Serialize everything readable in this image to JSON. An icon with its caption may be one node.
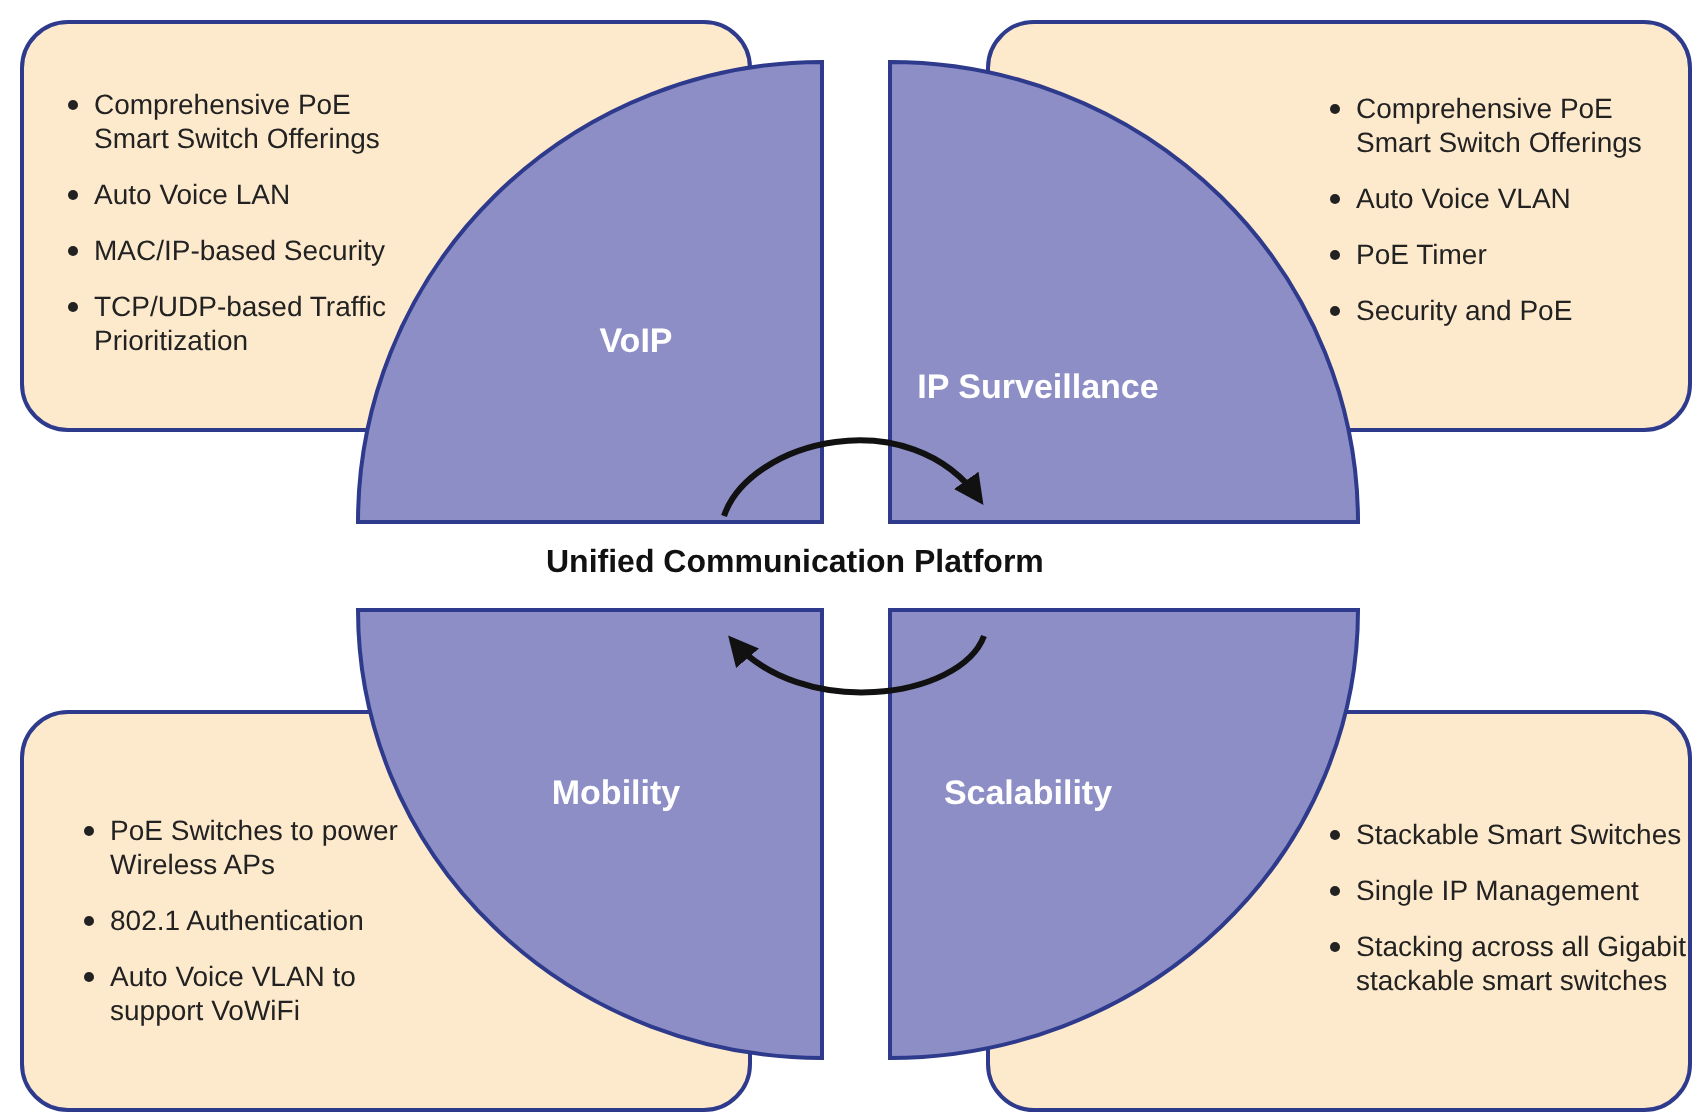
{
  "diagram": {
    "nodes": [
      {
        "text": [
          "Comprehensive PoE Smart Switch Offerings",
          "Auto Voice LAN",
          "MAC/IP-based Security",
          "TCP/UDP-based Traffic Prioritization"
        ]
      },
      {
        "text": [
          "VoIP"
        ]
      },
      {
        "text": [
          "IP Surveillance"
        ]
      },
      {
        "text": [
          "Comprehensive PoE Smart Switch Offerings",
          "Auto Voice VLAN",
          "PoE Timer",
          "Security and PoE"
        ]
      },
      {
        "text": [
          "Mobility"
        ]
      },
      {
        "text": [
          "Scalability"
        ]
      },
      {
        "text": [
          "PoE Switches to power Wireless APs",
          "802.1 Authentication",
          "Auto Voice VLAN to support VoWiFi"
        ]
      },
      {
        "text": [
          "Stackable Smart Switches",
          "Single IP Management",
          "Stacking across all Gigabit stackable smart switches"
        ]
      }
    ],
    "edges": [
      {
        "from": 1,
        "to": 2,
        "arrow": "to"
      },
      {
        "from": 5,
        "to": 4,
        "arrow": "to"
      }
    ],
    "labels": [
      "Unified Communication Platform"
    ]
  }
}
